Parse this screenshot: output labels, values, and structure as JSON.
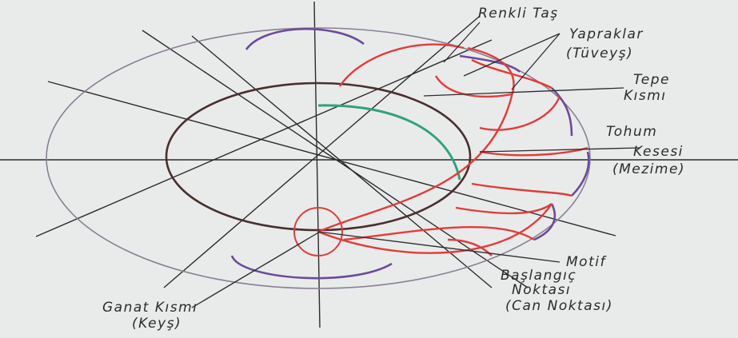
{
  "diagram": {
    "colors": {
      "paper": "#e9ebea",
      "pencil": "#2b2b2b",
      "outer_circle": "#8a7f93",
      "inner_circle": "#4a2f2f",
      "red": "#e23b3b",
      "purple": "#6a4b9a",
      "green": "#2fa27a"
    },
    "labels": {
      "renkli_tas_line1": "Renkli Taş",
      "yapraklar_line1": "Yapraklar",
      "yapraklar_line2": "(Tüveyş)",
      "tepe_line1": "Tepe",
      "tepe_line2": "Kısmı",
      "tohum_line1": "Tohum",
      "tohum_line2": "Kesesi",
      "tohum_line3": "(Mezime)",
      "motif_line1": "Motif",
      "motif_line2": "Başlangıç",
      "motif_line3": "Noktası",
      "motif_line4": "(Can Noktası)",
      "ganat_line1": "Ganat Kısmı",
      "ganat_line2": "(Keyş)"
    }
  }
}
